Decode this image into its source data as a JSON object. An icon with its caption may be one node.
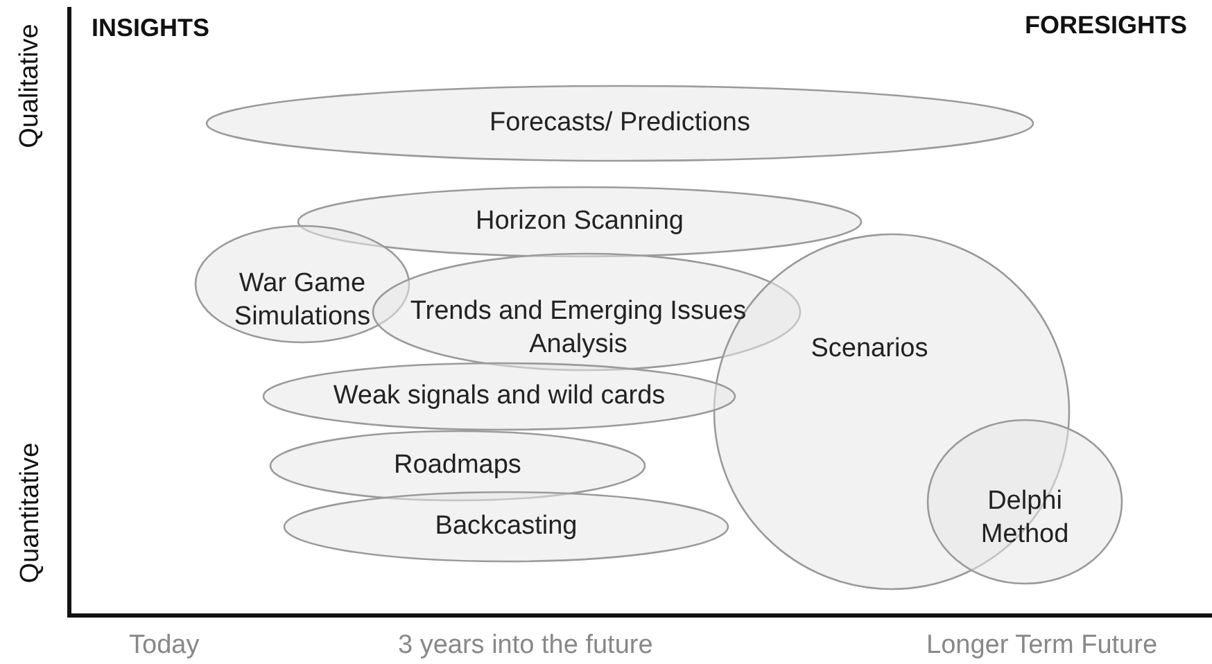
{
  "diagram": {
    "nodes": [
      {
        "text": [
          "Forecasts/ Predictions"
        ]
      },
      {
        "text": [
          "Horizon Scanning"
        ]
      },
      {
        "text": [
          "War Game Simulations"
        ]
      },
      {
        "text": [
          "Trends and Emerging Issues Analysis"
        ]
      },
      {
        "text": [
          "Scenarios"
        ]
      },
      {
        "text": [
          "Weak signals and wild cards"
        ]
      },
      {
        "text": [
          "Roadmaps"
        ]
      },
      {
        "text": [
          "Delphi Method"
        ]
      },
      {
        "text": [
          "Backcasting"
        ]
      }
    ],
    "labels": [
      "INSIGHTS",
      "FORESIGHTS",
      "Qualitative",
      "Quantitative",
      "Today",
      "3 years into the future",
      "Longer Term Future"
    ]
  }
}
